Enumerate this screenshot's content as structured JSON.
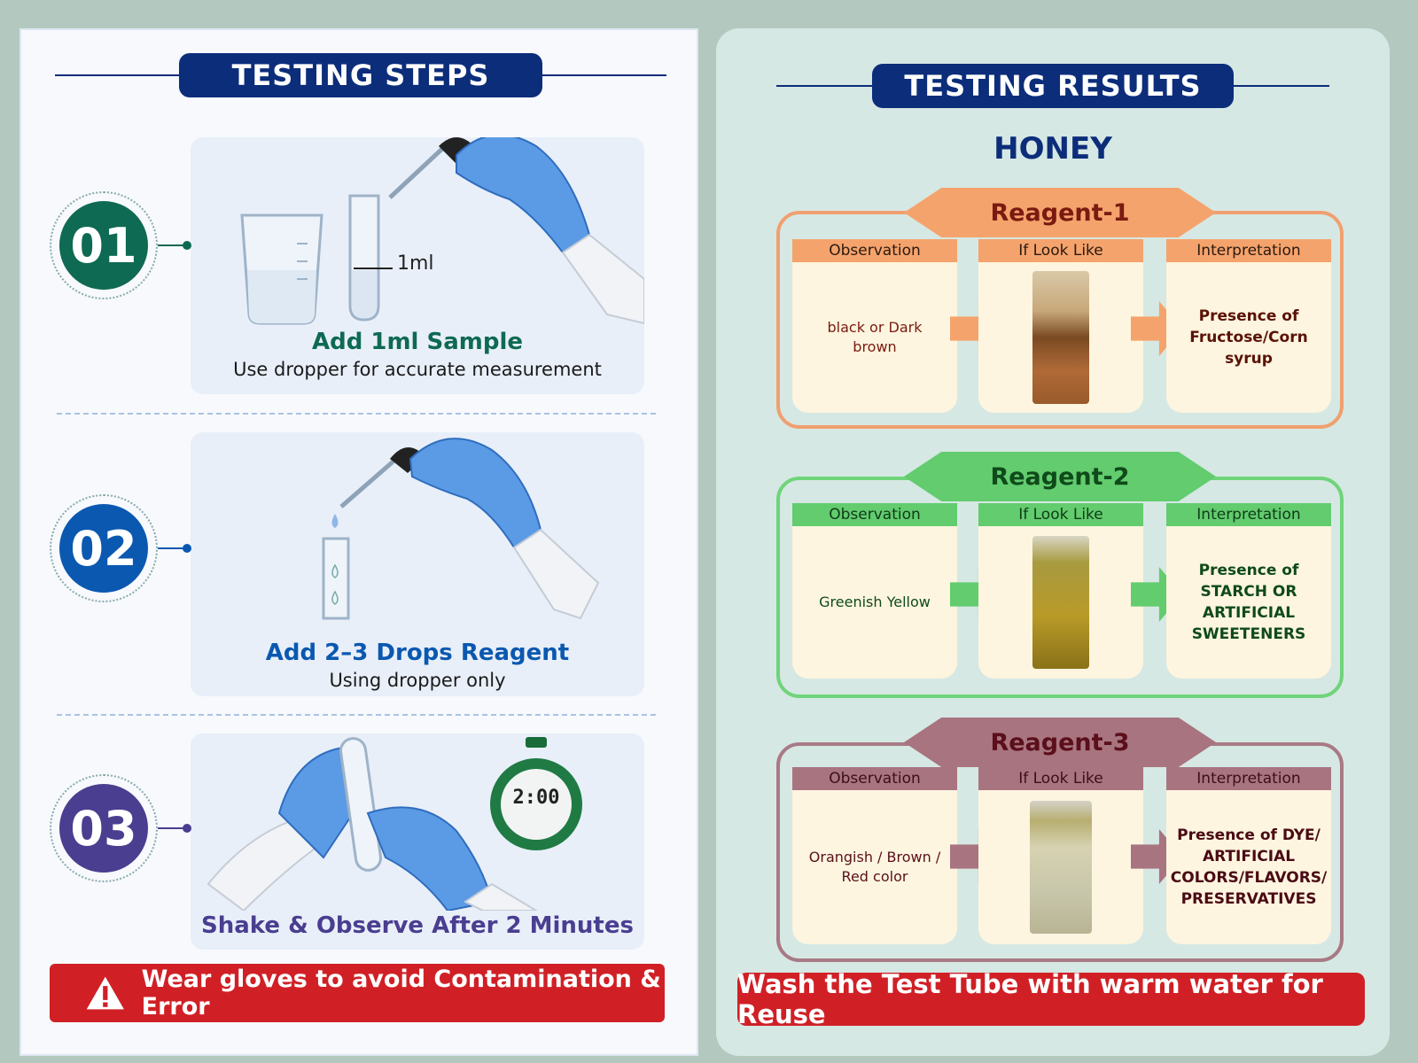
{
  "left": {
    "header": "TESTING STEPS",
    "steps": [
      {
        "num": "01",
        "title": "Add 1ml Sample",
        "subtitle": "Use dropper for accurate measurement",
        "tube_mark": "1ml",
        "color": "#0e6a52"
      },
      {
        "num": "02",
        "title": "Add 2–3 Drops Reagent",
        "subtitle": "Using dropper only",
        "color": "#0b58b0"
      },
      {
        "num": "03",
        "title": "Shake & Observe After 2 Minutes",
        "subtitle": "",
        "timer": "2:00",
        "color": "#4a3e90"
      }
    ],
    "warning": "Wear gloves to avoid Contamination & Error"
  },
  "right": {
    "header": "TESTING RESULTS",
    "sample": "HONEY",
    "reagents": [
      {
        "name": "Reagent-1",
        "headers": [
          "Observation",
          "If Look Like",
          "Interpretation"
        ],
        "observation": "black or Dark brown",
        "interpretation": "Presence of Fructose/Corn syrup",
        "accent": "#f5a36c",
        "border": "#f0a070",
        "text": "#7a1a10"
      },
      {
        "name": "Reagent-2",
        "headers": [
          "Observation",
          "If Look Like",
          "Interpretation"
        ],
        "observation": "Greenish Yellow",
        "interpretation": "Presence of STARCH OR ARTIFICIAL SWEETENERS",
        "accent": "#62cc6e",
        "border": "#6fd47a",
        "text": "#0f4a1a"
      },
      {
        "name": "Reagent-3",
        "headers": [
          "Observation",
          "If Look Like",
          "Interpretation"
        ],
        "observation": "Orangish / Brown / Red color",
        "interpretation": "Presence of DYE/ ARTIFICIAL COLORS/FLAVORS/ PRESERVATIVES",
        "accent": "#a87480",
        "border": "#a87a86",
        "text": "#5a0f1a"
      }
    ],
    "footer": "Wash the Test Tube with warm water for Reuse"
  }
}
